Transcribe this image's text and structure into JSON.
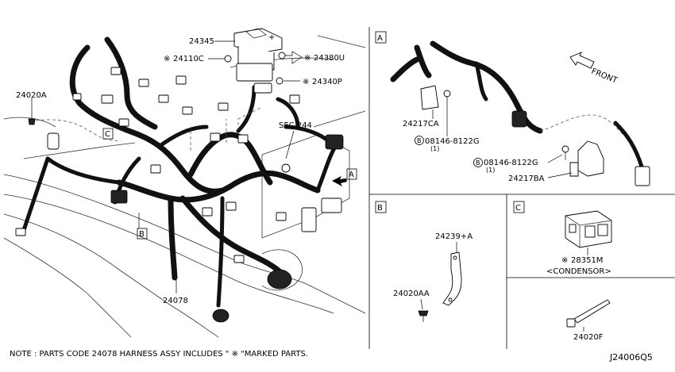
{
  "parts": {
    "p24345": "24345",
    "p24110c": "24110C",
    "p24380u": "24380U",
    "p24340p": "24340P",
    "p24020a": "24020A",
    "sec244": "SEC.244",
    "p24078": "24078",
    "p24217ca": "24217CA",
    "bolt_a1": "08146-8122G",
    "qty_a1": "(1)",
    "bolt_a2": "08146-8122G",
    "qty_a2": "(1)",
    "p24217ba": "24217BA",
    "p24239a": "24239+A",
    "p24020aa": "24020AA",
    "p28351m": "28351M",
    "condensor": "<CONDENSOR>",
    "p24020f": "24020F"
  },
  "marks": {
    "asterisk": "※",
    "bolt_circle": "B"
  },
  "callouts": {
    "a": "A",
    "b": "B",
    "c": "C"
  },
  "panels": {
    "a": "A",
    "b": "B",
    "c": "C"
  },
  "front_label": "FRONT",
  "note": "NOTE : PARTS CODE  24078  HARNESS ASSY INCLUDES \" ※ \"MARKED PARTS.",
  "diagram_code": "J24006Q5"
}
